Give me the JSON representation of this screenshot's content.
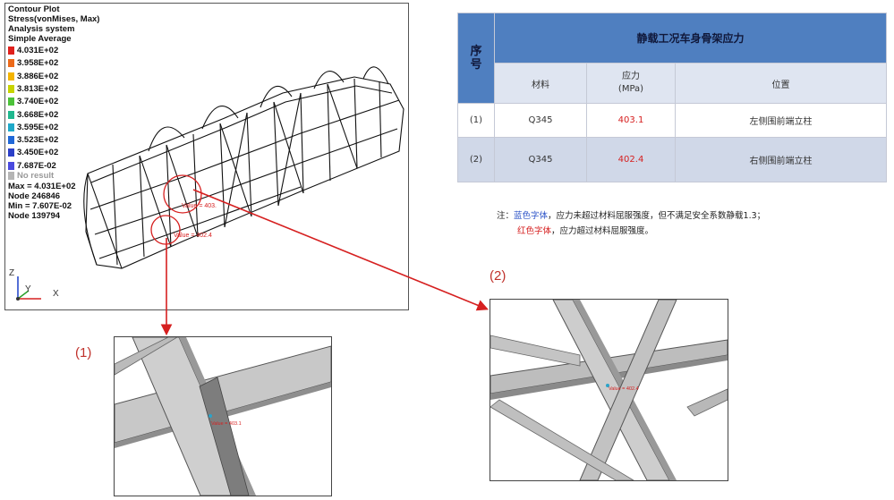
{
  "contour": {
    "title_lines": [
      "Contour Plot",
      "Stress(vonMises, Max)",
      "Analysis system",
      "Simple Average"
    ],
    "legend": [
      {
        "value": "4.031E+02",
        "color": "#e0201c"
      },
      {
        "value": "3.958E+02",
        "color": "#ec6a1a"
      },
      {
        "value": "3.886E+02",
        "color": "#f4b400"
      },
      {
        "value": "3.813E+02",
        "color": "#c8d400"
      },
      {
        "value": "3.740E+02",
        "color": "#4cc23a"
      },
      {
        "value": "3.668E+02",
        "color": "#1fb88e"
      },
      {
        "value": "3.595E+02",
        "color": "#1fa9c9"
      },
      {
        "value": "3.523E+02",
        "color": "#2068d8"
      },
      {
        "value": "3.450E+02",
        "color": "#2b3fc8"
      },
      {
        "value": "7.687E-02",
        "color": "#4a4adf"
      }
    ],
    "no_result": "No result",
    "no_result_color": "#b5b5b5",
    "stats": [
      "Max = 4.031E+02",
      "Node 246846",
      "Min = 7.607E-02",
      "Node 139794"
    ],
    "marker1_label": "Value = 403.",
    "marker2_label": "Value = 402.4",
    "axis": {
      "z": "Z",
      "y": "Y",
      "x": "X"
    }
  },
  "table": {
    "index_header": "序号",
    "title": "静载工况车身骨架应力",
    "columns": {
      "material": "材料",
      "stress": "应力",
      "stress_unit": "(MPa)",
      "position": "位置"
    },
    "rows": [
      {
        "index": "(1)",
        "material": "Q345",
        "stress": "403.1",
        "position": "左侧围前端立柱"
      },
      {
        "index": "(2)",
        "material": "Q345",
        "stress": "402.4",
        "position": "右侧围前端立柱"
      }
    ]
  },
  "note": {
    "prefix": "注：",
    "blue_label": "蓝色字体",
    "blue_text": "，应力未超过材料屈服强度，但不满足安全系数静载1.3；",
    "red_label": "红色字体",
    "red_text": "，应力超过材料屈服强度。"
  },
  "details": [
    {
      "caption": "(1)",
      "value_label": "Value = 403.1"
    },
    {
      "caption": "(2)",
      "value_label": "Value = 402.4"
    }
  ],
  "colors": {
    "accent_red": "#d62020",
    "header_blue": "#4f7fc0",
    "row_alt": "#d0d8e8"
  }
}
